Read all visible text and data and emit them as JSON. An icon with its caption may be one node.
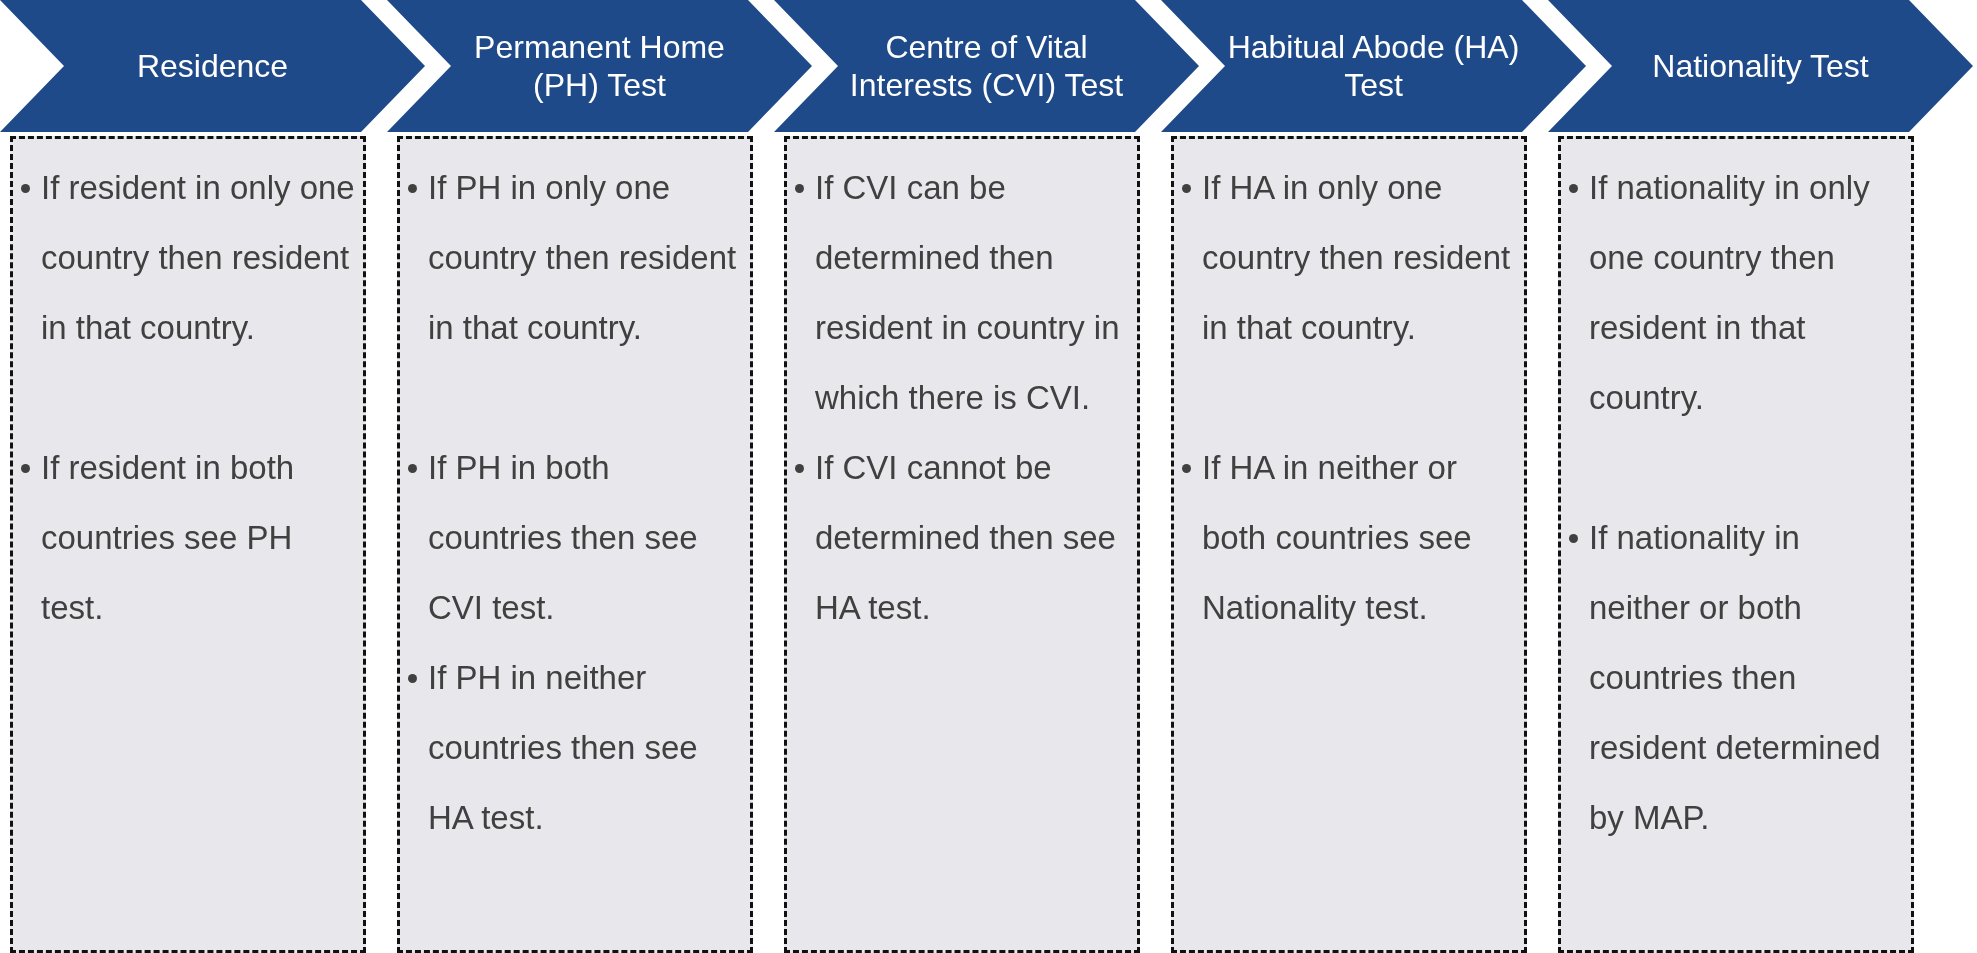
{
  "diagram": {
    "nodes": [
      {
        "text": [
          "Residence"
        ]
      },
      {
        "text": [
          "Permanent Home (PH) Test"
        ]
      },
      {
        "text": [
          "Centre of Vital Interests (CVI) Test"
        ]
      },
      {
        "text": [
          "Habitual Abode (HA) Test"
        ]
      },
      {
        "text": [
          "Nationality Test"
        ]
      },
      {
        "text": [
          "If resident in only one country then resident in that country.",
          "If resident in both countries see PH test."
        ]
      },
      {
        "text": [
          "If PH in only one country then resident in that country.",
          "If PH in both countries then see CVI test.",
          "If PH in neither countries then see HA test."
        ]
      },
      {
        "text": [
          "If CVI can be determined then resident in country in which there is CVI.",
          "If CVI cannot be determined then see HA test."
        ]
      },
      {
        "text": [
          "If HA in only one country then resident in that country.",
          "If HA in neither or both countries see Nationality test."
        ]
      },
      {
        "text": [
          "If nationality in only one country then resident in that country.",
          "If nationality in neither or both countries then resident determined by MAP."
        ]
      }
    ]
  }
}
